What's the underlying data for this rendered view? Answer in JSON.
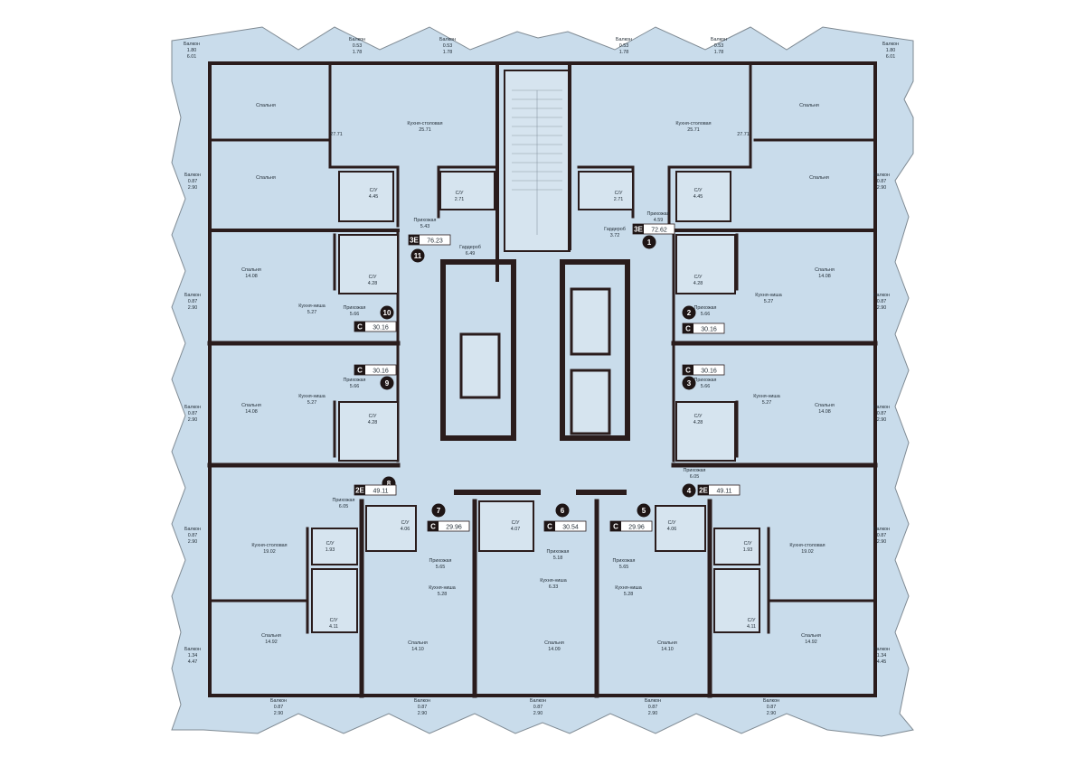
{
  "colors": {
    "floor": "#c9dceb",
    "balcony": "#c9dceb",
    "wall": "#2a1c1c",
    "line": "#ffffff",
    "badge": "#1e1515"
  },
  "balconies_top": [
    {
      "label": "Балкон",
      "a": "1.80",
      "b": "6.01"
    },
    {
      "label": "Балкон",
      "a": "0.53",
      "b": "1.78"
    },
    {
      "label": "Балкон",
      "a": "0.53",
      "b": "1.78"
    },
    {
      "label": "Балкон",
      "a": "0.53",
      "b": "1.78"
    },
    {
      "label": "Балкон",
      "a": "0.53",
      "b": "1.78"
    },
    {
      "label": "Балкон",
      "a": "1.80",
      "b": "6.01"
    }
  ],
  "balconies_left": [
    {
      "label": "Балкон",
      "a": "0.87",
      "b": "2.90"
    },
    {
      "label": "Балкон",
      "a": "0.87",
      "b": "2.90"
    },
    {
      "label": "Балкон",
      "a": "0.87",
      "b": "2.90"
    },
    {
      "label": "Балкон",
      "a": "0.87",
      "b": "2.90"
    },
    {
      "label": "Балкон",
      "a": "1.34",
      "b": "4.47"
    }
  ],
  "balconies_right": [
    {
      "label": "Балкон",
      "a": "0.87",
      "b": "2.90"
    },
    {
      "label": "Балкон",
      "a": "0.87",
      "b": "2.90"
    },
    {
      "label": "Балкон",
      "a": "0.87",
      "b": "2.90"
    },
    {
      "label": "Балкон",
      "a": "0.87",
      "b": "2.90"
    },
    {
      "label": "Балкон",
      "a": "1.34",
      "b": "4.45"
    }
  ],
  "balconies_bottom": [
    {
      "label": "Балкон",
      "a": "0.87",
      "b": "2.90"
    },
    {
      "label": "Балкон",
      "a": "0.87",
      "b": "2.90"
    },
    {
      "label": "Балкон",
      "a": "0.87",
      "b": "2.90"
    },
    {
      "label": "Балкон",
      "a": "0.87",
      "b": "2.90"
    },
    {
      "label": "Балкон",
      "a": "0.87",
      "b": "2.90"
    }
  ],
  "rooms": [
    {
      "name": "Спальня",
      "area": ""
    },
    {
      "name": "Кухня-столовая",
      "area": "25.71"
    },
    {
      "name": "",
      "area": "27.71"
    },
    {
      "name": "Спальня",
      "area": ""
    },
    {
      "name": "С/У",
      "area": "4.45"
    },
    {
      "name": "С/У",
      "area": "2.71"
    },
    {
      "name": "Прихожая",
      "area": "5.43"
    },
    {
      "name": "Гардероб",
      "area": "6.49"
    },
    {
      "name": "Спальня",
      "area": "14.08"
    },
    {
      "name": "Кухня-ниша",
      "area": "5.27"
    },
    {
      "name": "С/У",
      "area": "4.28"
    },
    {
      "name": "Прихожая",
      "area": "5.66"
    },
    {
      "name": "Прихожая",
      "area": "5.66"
    },
    {
      "name": "Спальня",
      "area": "14.08"
    },
    {
      "name": "Кухня-ниша",
      "area": "5.27"
    },
    {
      "name": "С/У",
      "area": "4.28"
    },
    {
      "name": "Прихожая",
      "area": "6.05"
    },
    {
      "name": "Кухня-столовая",
      "area": "19.02"
    },
    {
      "name": "С/У",
      "area": "1.93"
    },
    {
      "name": "С/У",
      "area": "4.11"
    },
    {
      "name": "Спальня",
      "area": "14.92"
    },
    {
      "name": "С/У",
      "area": "4.06"
    },
    {
      "name": "Прихожая",
      "area": "5.65"
    },
    {
      "name": "Кухня-ниша",
      "area": "5.28"
    },
    {
      "name": "Спальня",
      "area": "14.10"
    },
    {
      "name": "С/У",
      "area": "4.07"
    },
    {
      "name": "Прихожая",
      "area": "5.18"
    },
    {
      "name": "Кухня-ниша",
      "area": "6.33"
    },
    {
      "name": "Спальня",
      "area": "14.09"
    },
    {
      "name": "С/У",
      "area": "4.06"
    },
    {
      "name": "Прихожая",
      "area": "5.65"
    },
    {
      "name": "Кухня-ниша",
      "area": "5.28"
    },
    {
      "name": "Спальня",
      "area": "14.10"
    },
    {
      "name": "С/У",
      "area": "1.93"
    },
    {
      "name": "Кухня-столовая",
      "area": "19.02"
    },
    {
      "name": "С/У",
      "area": "4.11"
    },
    {
      "name": "Спальня",
      "area": "14.92"
    },
    {
      "name": "Прихожая",
      "area": "6.05"
    },
    {
      "name": "С/У",
      "area": "4.28"
    },
    {
      "name": "Прихожая",
      "area": "5.66"
    },
    {
      "name": "Кухня-ниша",
      "area": "5.27"
    },
    {
      "name": "Спальня",
      "area": "14.08"
    },
    {
      "name": "С/У",
      "area": "4.28"
    },
    {
      "name": "Прихожая",
      "area": "5.66"
    },
    {
      "name": "Кухня-ниша",
      "area": "5.27"
    },
    {
      "name": "Спальня",
      "area": "14.08"
    },
    {
      "name": "С/У",
      "area": "2.71"
    },
    {
      "name": "Гардероб",
      "area": "3.72"
    },
    {
      "name": "Прихожая",
      "area": "4.59"
    },
    {
      "name": "С/У",
      "area": "4.45"
    },
    {
      "name": "Спальня",
      "area": ""
    },
    {
      "name": "",
      "area": "27.71"
    },
    {
      "name": "Кухня-столовая",
      "area": "25.71"
    },
    {
      "name": "Спальня",
      "area": ""
    }
  ],
  "apartments": [
    {
      "number": "1",
      "type": "3E",
      "area": "72.62"
    },
    {
      "number": "2",
      "type": "C",
      "area": "30.16"
    },
    {
      "number": "3",
      "type": "C",
      "area": "30.16"
    },
    {
      "number": "4",
      "type": "2E",
      "area": "49.11"
    },
    {
      "number": "5",
      "type": "C",
      "area": "29.96"
    },
    {
      "number": "6",
      "type": "C",
      "area": "30.54"
    },
    {
      "number": "7",
      "type": "C",
      "area": "29.96"
    },
    {
      "number": "8",
      "type": "2E",
      "area": "49.11"
    },
    {
      "number": "9",
      "type": "C",
      "area": "30.16"
    },
    {
      "number": "10",
      "type": "C",
      "area": "30.16"
    },
    {
      "number": "11",
      "type": "3E",
      "area": "76.23"
    }
  ]
}
